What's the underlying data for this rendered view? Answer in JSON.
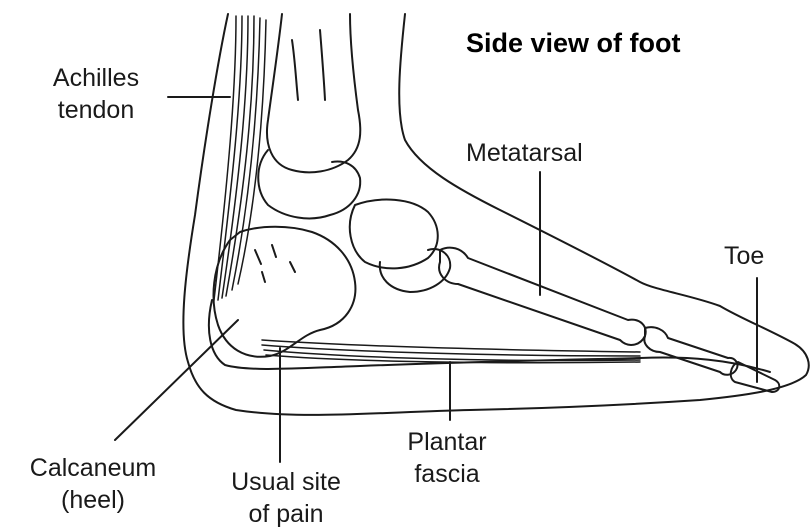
{
  "title": "Side view of foot",
  "labels": {
    "achilles_line1": "Achilles",
    "achilles_line2": "tendon",
    "metatarsal": "Metatarsal",
    "toe": "Toe",
    "calcaneum_line1": "Calcaneum",
    "calcaneum_line2": "(heel)",
    "pain_site_line1": "Usual site",
    "pain_site_line2": "of pain",
    "plantar_line1": "Plantar",
    "plantar_line2": "fascia"
  },
  "colors": {
    "line": "#1a1a1a",
    "background": "#ffffff"
  }
}
